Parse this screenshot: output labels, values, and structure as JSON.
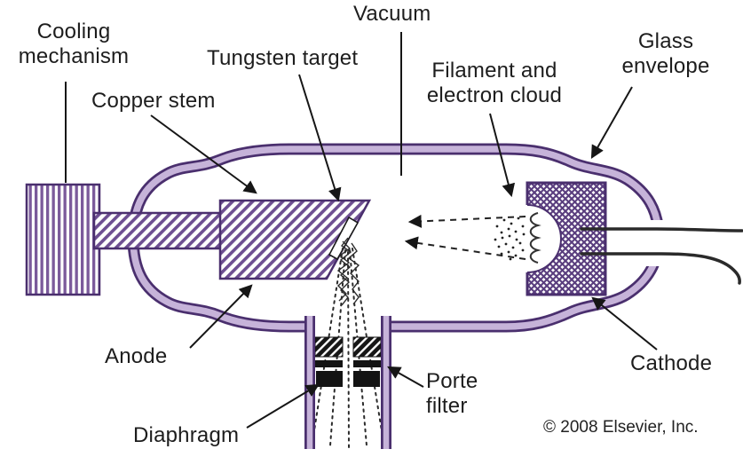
{
  "labels": {
    "cooling_mechanism": "Cooling\nmechanism",
    "copper_stem": "Copper stem",
    "tungsten_target": "Tungsten target",
    "vacuum": "Vacuum",
    "filament": "Filament and\nelectron cloud",
    "glass_envelope": "Glass\nenvelope",
    "anode": "Anode",
    "diaphragm": "Diaphragm",
    "porte_filter": "Porte\nfilter",
    "cathode": "Cathode",
    "copyright": "© 2008 Elsevier, Inc."
  },
  "colors": {
    "purple_dark": "#4a2f6e",
    "purple_mid": "#7b5a9b",
    "purple_light": "#c6b3d9",
    "hatch_purple": "#6e4f92",
    "ink": "#1a1a1a",
    "background": "#ffffff"
  }
}
